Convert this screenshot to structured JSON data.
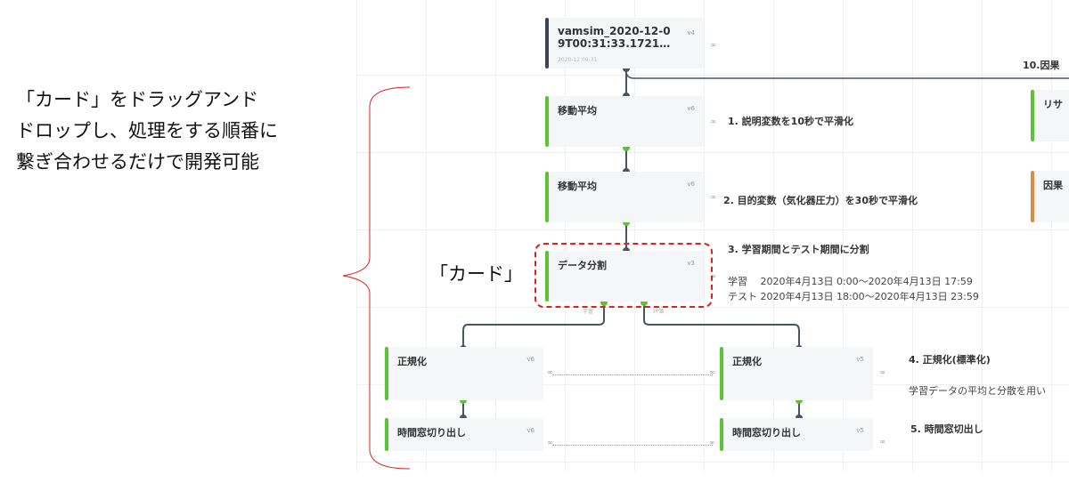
{
  "annotation": {
    "lines": [
      "「カード」をドラッグアンド",
      "ドロップし、処理をする順番に",
      "繋ぎ合わせるだけで開発可能"
    ],
    "card_label": "「カード」"
  },
  "cards": {
    "source": {
      "title1": "vamsim_2020-12-0",
      "title2": "9T00:31:33.1721…",
      "date": "2020-12 09:31",
      "version": "v4"
    },
    "ma1": {
      "title": "移動平均",
      "version": "v6"
    },
    "ma2": {
      "title": "移動平均",
      "version": "v6"
    },
    "split": {
      "title": "データ分割",
      "version": "v3",
      "port_left": "学習",
      "port_right": "評価"
    },
    "norm_left": {
      "title": "正規化",
      "version": "v6"
    },
    "norm_right": {
      "title": "正規化",
      "version": "v5"
    },
    "tw_left": {
      "title": "時間窓切り出し",
      "version": "v6"
    },
    "tw_right": {
      "title": "時間窓切り出し",
      "version": "v5"
    },
    "right1": {
      "title": "リサ"
    },
    "right2": {
      "title": "因果"
    }
  },
  "descriptions": {
    "d10": "10.因果",
    "d1": "1. 説明変数を10秒で平滑化",
    "d2": "2. 目的変数（気化器圧力）を30秒で平滑化",
    "d3": "3. 学習期間とテスト期間に分割",
    "d3_train": "学習　 2020年4月13日 0:00～2020年4月13日 17:59",
    "d3_test": "テスト 2020年4月13日 18:00～2020年4月13日 23:59",
    "d4": "4. 正規化(標準化)",
    "d4_sub": "学習データの平均と分散を用い",
    "d5": "5. 時間窓切出し"
  },
  "link_icon": "∞",
  "colors": {
    "green": "#5cc236",
    "orange": "#d98b4a",
    "dark": "#3d4550",
    "red": "#e02020"
  }
}
